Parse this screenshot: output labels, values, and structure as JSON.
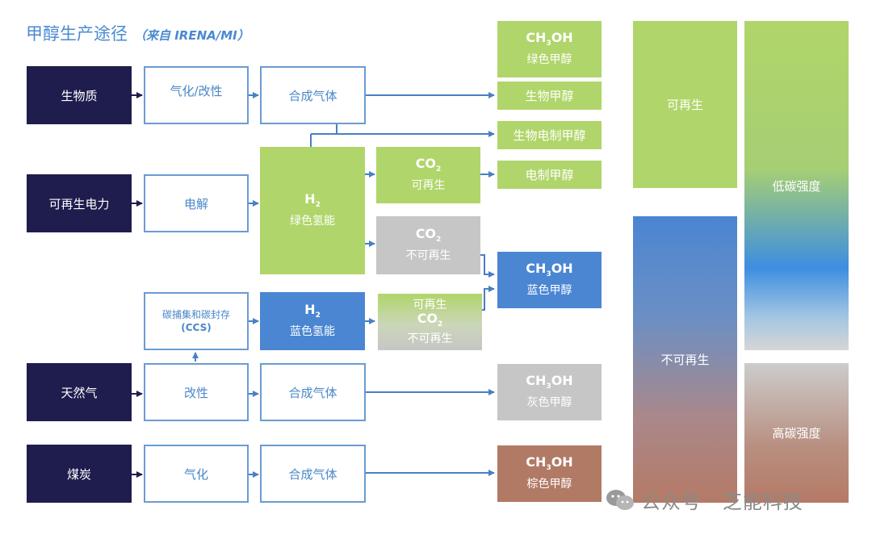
{
  "title": "甲醇生产途径",
  "subtitle": "（来自 IRENA/MI）",
  "sources": {
    "biomass": "生物质",
    "renewable_power": "可再生电力",
    "natural_gas": "天然气",
    "coal": "煤炭"
  },
  "processes": {
    "gasification_reform": "气化/改性",
    "syngas_1": "合成气体",
    "electrolysis": "电解",
    "ccs_label": "碳捕集和碳封存",
    "ccs_abbr": "(CCS)",
    "reforming": "改性",
    "syngas_2": "合成气体",
    "gasification": "气化",
    "syngas_3": "合成气体"
  },
  "hydrogen": {
    "green_formula": "H",
    "green_formula_sub": "2",
    "green_label": "绿色氢能",
    "blue_formula": "H",
    "blue_formula_sub": "2",
    "blue_label": "蓝色氢能"
  },
  "co2": {
    "renewable_formula": "CO",
    "renewable_formula_sub": "2",
    "renewable_label": "可再生",
    "nonrenewable_formula": "CO",
    "nonrenewable_formula_sub": "2",
    "nonrenewable_label": "不可再生",
    "mixed_top": "可再生",
    "mixed_formula": "CO",
    "mixed_formula_sub": "2",
    "mixed_bottom": "不可再生"
  },
  "products": {
    "green_formula": "CH",
    "green_formula_sub": "3",
    "green_formula_tail": "OH",
    "green_label": "绿色甲醇",
    "bio_methanol": "生物甲醇",
    "bio_electro_methanol": "生物电制甲醇",
    "electro_methanol": "电制甲醇",
    "blue_formula": "CH",
    "blue_formula_sub": "3",
    "blue_formula_tail": "OH",
    "blue_label": "蓝色甲醇",
    "grey_formula": "CH",
    "grey_formula_sub": "3",
    "grey_formula_tail": "OH",
    "grey_label": "灰色甲醇",
    "brown_formula": "CH",
    "brown_formula_sub": "3",
    "brown_formula_tail": "OH",
    "brown_label": "棕色甲醇"
  },
  "classification": {
    "renewable": "可再生",
    "nonrenewable": "不可再生",
    "low_carbon": "低碳强度",
    "high_carbon": "高碳强度"
  },
  "watermark": "公众号 · 芝能科技",
  "colors": {
    "title": "#4a8ad1",
    "source_box": "#1f1d4d",
    "process_border": "#6b9bd3",
    "green": "#b0d56a",
    "blue": "#4a86d2",
    "grey": "#c6c6c6",
    "brown": "#b17a65",
    "arrow": "#4a7fc4"
  }
}
